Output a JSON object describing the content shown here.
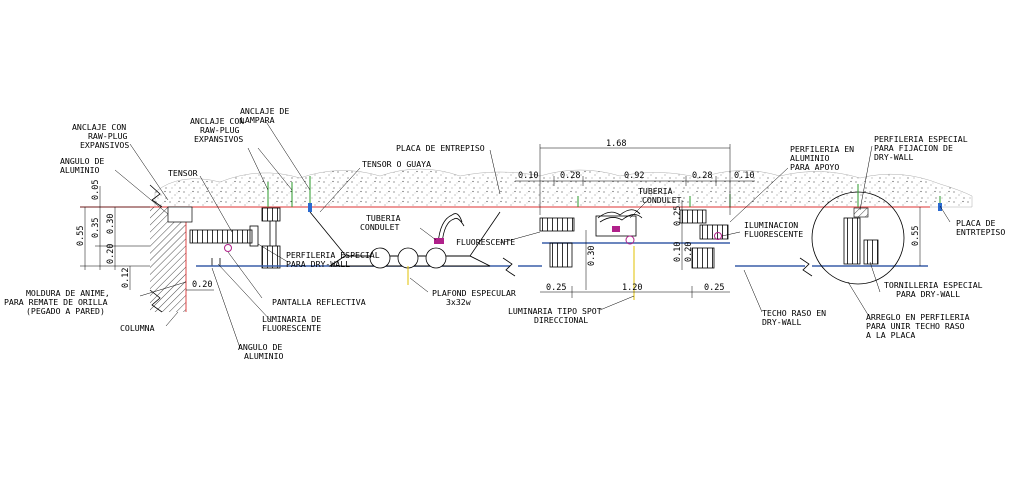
{
  "colors": {
    "slab_line": "#d33333",
    "ceiling_line": "#3a5fa8",
    "axis_yellow": "#e0c000",
    "anchor_green": "#2a9a2a",
    "hatch": "#000000"
  },
  "labels": {
    "anclaje_rawplug_left": [
      "ANCLAJE CON",
      "RAW-PLUG",
      "EXPANSIVOS"
    ],
    "anclaje_rawplug_mid": [
      "ANCLAJE CON",
      "RAW-PLUG",
      "EXPANSIVOS"
    ],
    "anclaje_lampara": [
      "ANCLAJE DE",
      "LAMPARA"
    ],
    "angulo_aluminio_top": [
      "ANGULO DE",
      "ALUMINIO"
    ],
    "tensor": "TENSOR",
    "tensor_guaya": "TENSOR O GUAYA",
    "placa_entrepiso_top": "PLACA DE ENTREPISO",
    "placa_entrepiso_right": [
      "PLACA DE",
      "ENTRTEPISO"
    ],
    "tuberia_conduletl": [
      "TUBERIA",
      "CONDULET"
    ],
    "tuberia_conduletr": [
      "TUBERIA",
      "CONDULET"
    ],
    "fluorescente": "FLUORESCENTE",
    "iluminacion_fluorescente": [
      "ILUMINACION",
      "FLUORESCENTE"
    ],
    "perfileria_aluminio": [
      "PERFILERIA EN",
      "ALUMINIO",
      "PARA APOYO"
    ],
    "perfileria_fijacion": [
      "PERFILERIA ESPECIAL",
      "PARA FIJACION DE",
      "DRY-WALL"
    ],
    "perfileria_drywall": [
      "PERFILERIA ESPECIAL",
      "PARA DRY-WALL"
    ],
    "pantalla_reflectiva": "PANTALLA REFLECTIVA",
    "luminaria_fluorescente": [
      "LUMINARIA DE",
      "FLUORESCENTE"
    ],
    "angulo_aluminio_bottom": [
      "ANGULO DE",
      "ALUMINIO"
    ],
    "moldura": [
      "MOLDURA DE ANIME,",
      "PARA REMATE DE ORILLA",
      "(PEGADO A PARED)"
    ],
    "columna": "COLUMNA",
    "plafond": [
      "PLAFOND ESPECULAR",
      "3x32w"
    ],
    "luminaria_spot": [
      "LUMINARIA TIPO SPOT",
      "DIRECCIONAL"
    ],
    "techo_raso": [
      "TECHO RASO EN",
      "DRY-WALL"
    ],
    "tornilleria": [
      "TORNILLERIA ESPECIAL",
      "PARA DRY-WALL"
    ],
    "arreglo": [
      "ARREGLO EN PERFILERIA",
      "PARA UNIR TECHO RASO",
      "A LA PLACA"
    ]
  },
  "dimensions": {
    "left_vertical": [
      "0.05",
      "0.35",
      "0.30",
      "0.55",
      "0.20",
      "0.12"
    ],
    "left_bottom": "0.20",
    "top_total": "1.68",
    "top_segments": [
      "0.10",
      "0.28",
      "0.92",
      "0.28",
      "0.10"
    ],
    "mid_vertical_left": "0.30",
    "mid_vertical_right": [
      "0.25",
      "0.10",
      "0.20"
    ],
    "bottom_segments": [
      "0.25",
      "1.20",
      "0.25"
    ],
    "right_vertical": "0.55"
  }
}
